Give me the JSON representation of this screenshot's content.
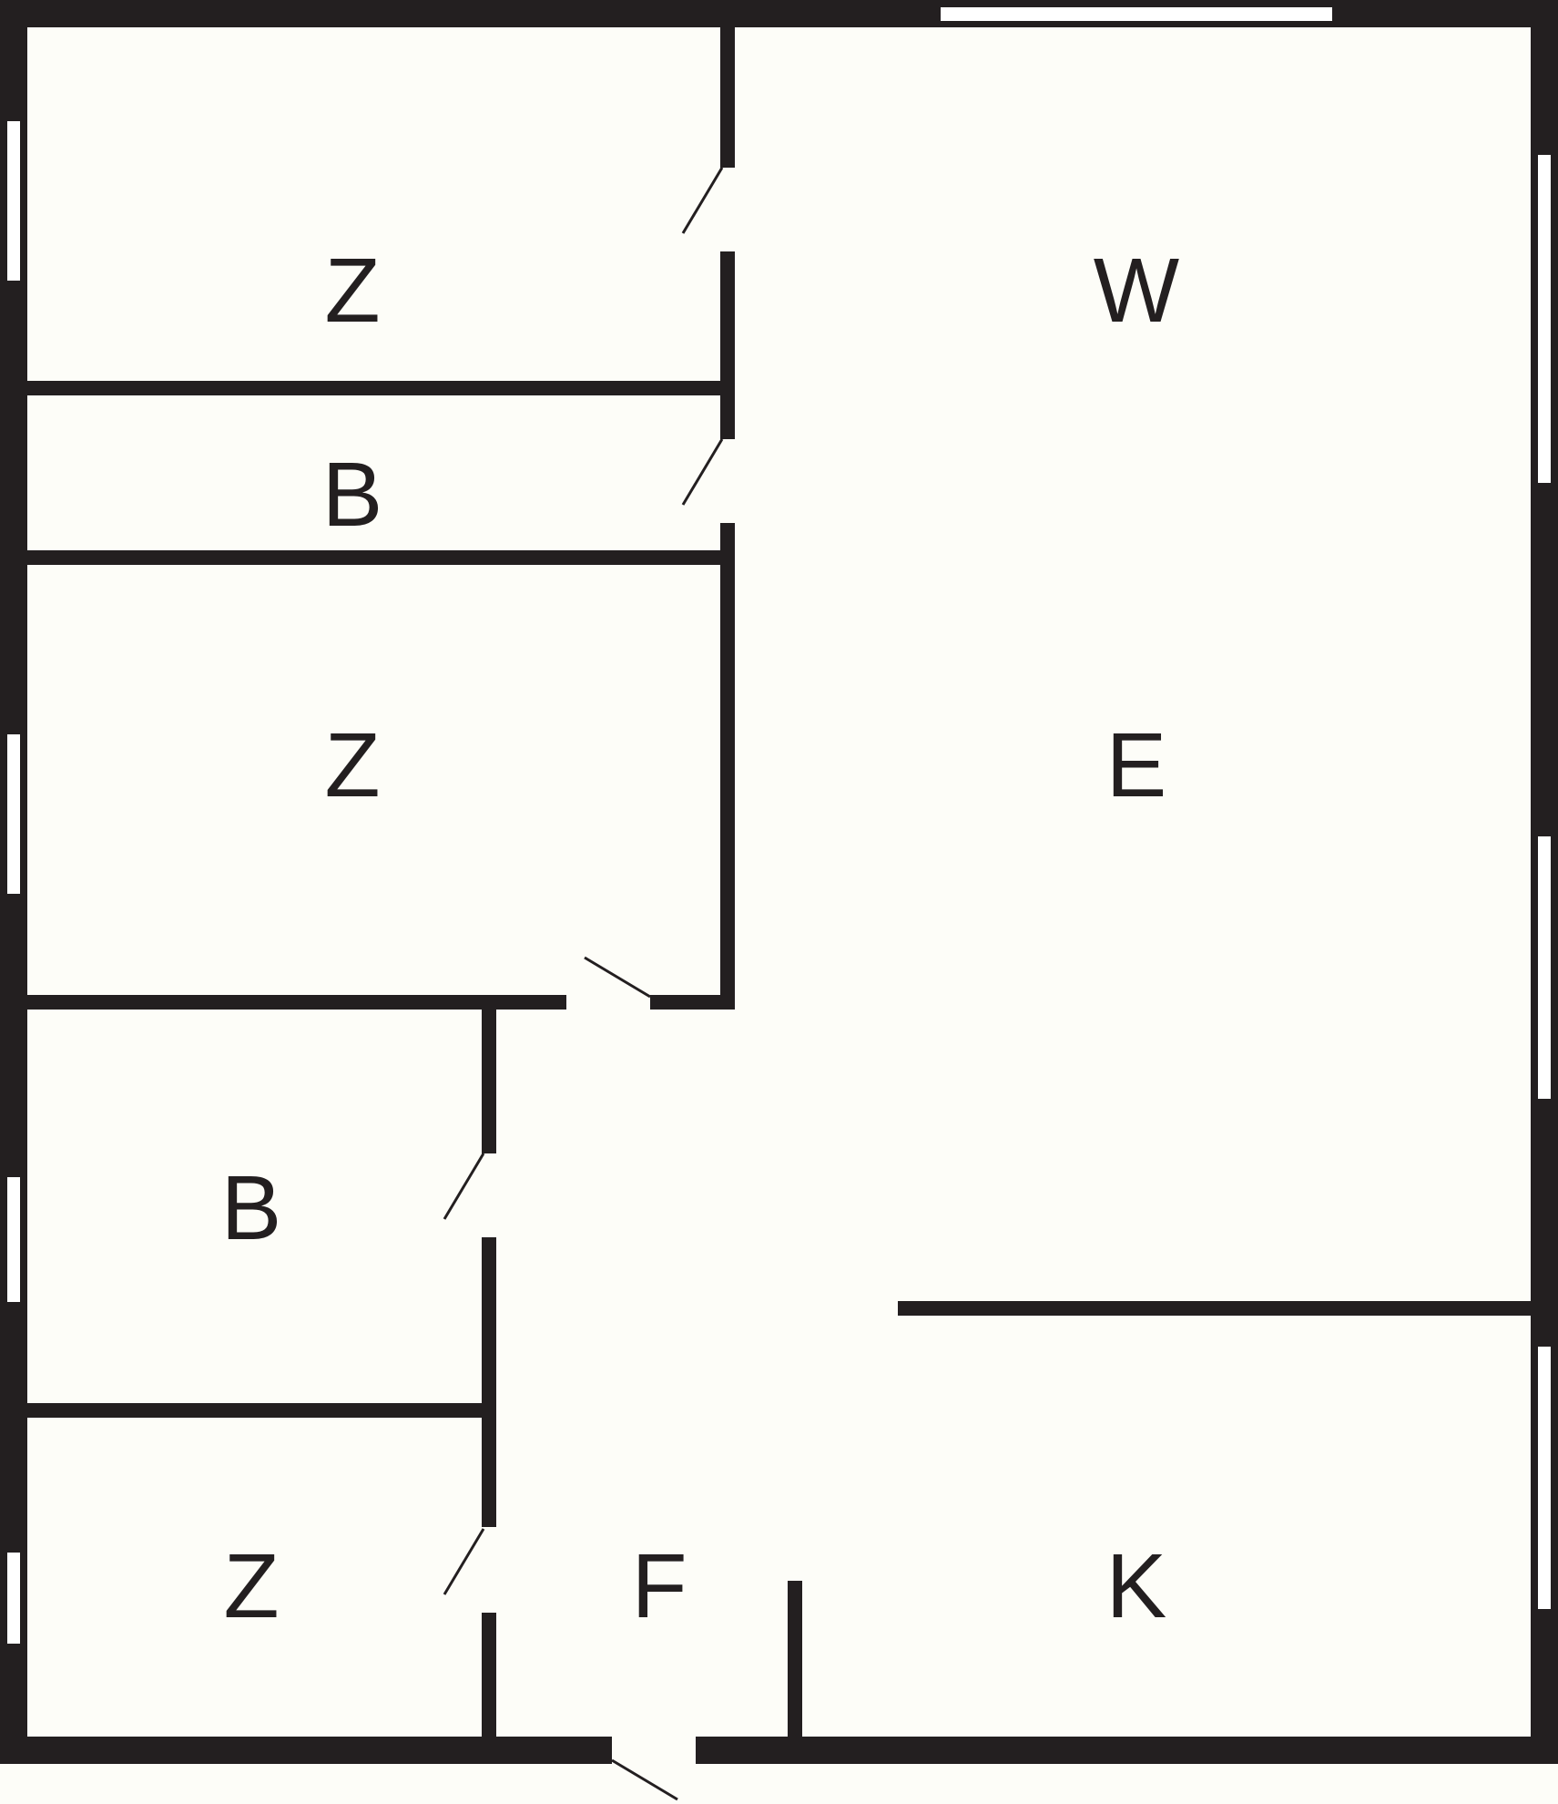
{
  "colors": {
    "wall": "#231f20",
    "floor": "#fdfdf8",
    "window": "#ffffff"
  },
  "rooms": [
    {
      "id": "bedroom-top",
      "label": "Z"
    },
    {
      "id": "bathroom-top",
      "label": "B"
    },
    {
      "id": "bedroom-middle",
      "label": "Z"
    },
    {
      "id": "living-room",
      "label": "W"
    },
    {
      "id": "dining-room",
      "label": "E"
    },
    {
      "id": "bathroom-bottom",
      "label": "B"
    },
    {
      "id": "bedroom-bottom",
      "label": "Z"
    },
    {
      "id": "hallway",
      "label": "F"
    },
    {
      "id": "kitchen",
      "label": "K"
    }
  ]
}
